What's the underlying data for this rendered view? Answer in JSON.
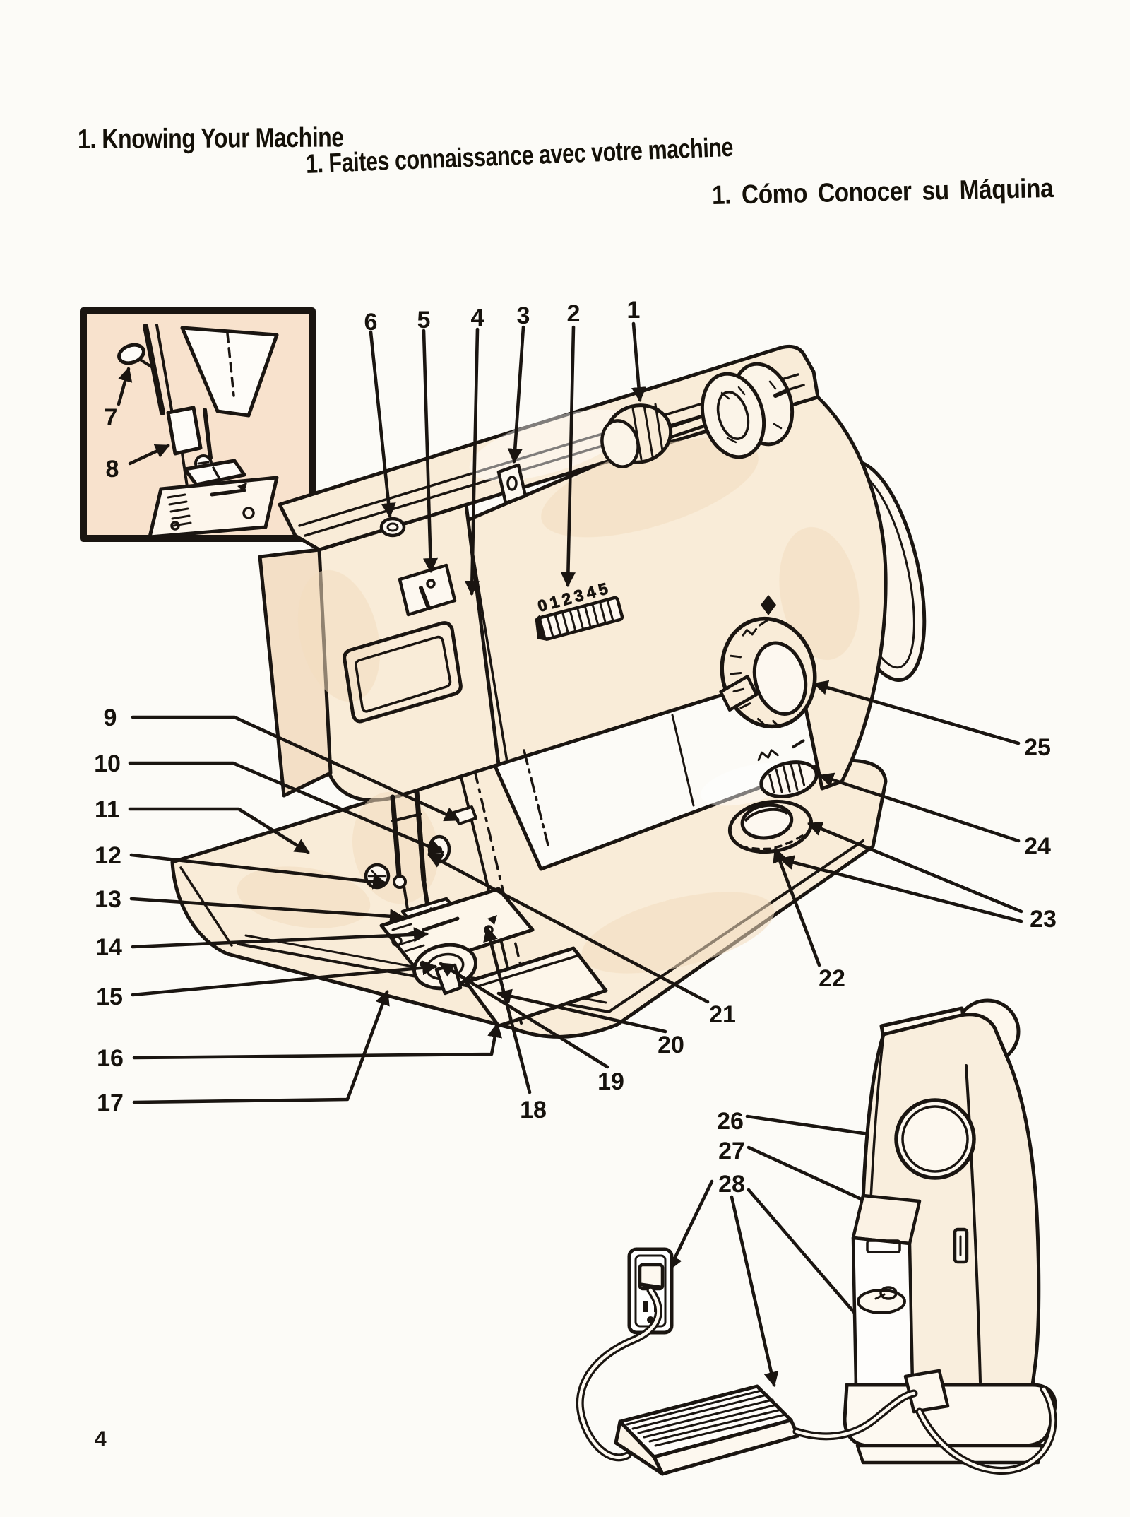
{
  "page": {
    "title_en": "1. Knowing Your Machine",
    "title_fr": "1. Faites connaissance avec votre machine",
    "title_es": "1. Cómo Conocer su Máquina",
    "page_number": "4"
  },
  "diagram": {
    "stitch_length_scale": "012345",
    "callouts": [
      "1",
      "2",
      "3",
      "4",
      "5",
      "6",
      "7",
      "8",
      "9",
      "10",
      "11",
      "12",
      "13",
      "14",
      "15",
      "16",
      "17",
      "18",
      "19",
      "20",
      "21",
      "22",
      "23",
      "24",
      "25",
      "26",
      "27",
      "28"
    ]
  },
  "colors": {
    "paper": "#fcfbf7",
    "machine_fill": "#f9ecd8",
    "inset_fill": "#f8e2cd",
    "highlight_fill": "#fdf8f0",
    "line": "#1a1511"
  }
}
